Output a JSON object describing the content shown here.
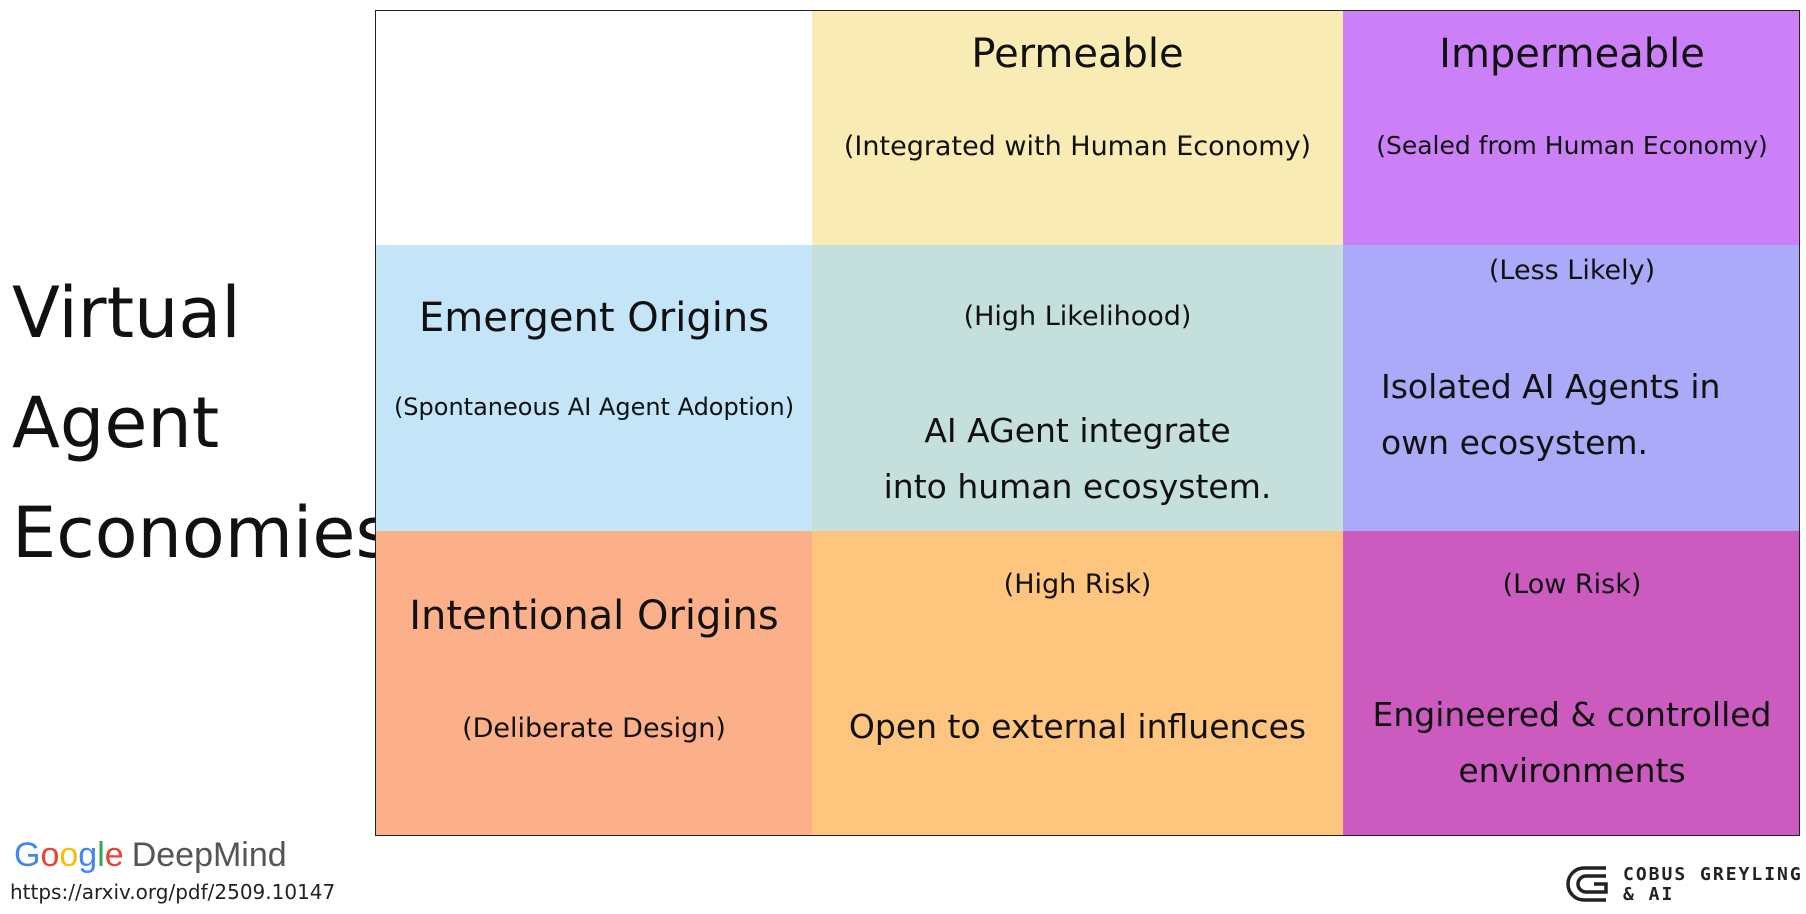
{
  "side_title": {
    "line1": "Virtual",
    "line2": "Agent",
    "line3": "Economies"
  },
  "columns": [
    {
      "title": "Permeable",
      "subtitle": "(Integrated with Human Economy)",
      "color": "#f8ecb4"
    },
    {
      "title": "Impermeable",
      "subtitle": "(Sealed from Human Economy)",
      "color": "#cb80f8"
    }
  ],
  "rows": [
    {
      "title": "Emergent Origins",
      "subtitle": "(Spontaneous AI Agent Adoption)",
      "color": "#c4e4f8"
    },
    {
      "title": "Intentional Origins",
      "subtitle": "(Deliberate Design)",
      "color": "#fbb08a"
    }
  ],
  "cells": {
    "emergent_permeable": {
      "tag": "(High Likelihood)",
      "line1": "AI AGent integrate",
      "line2": "into human ecosystem.",
      "color": "#c4dfdc"
    },
    "emergent_impermeable": {
      "tag": "(Less Likely)",
      "line1": "Isolated AI Agents in",
      "line2": "own ecosystem.",
      "color": "#aaaaf8"
    },
    "intentional_permeable": {
      "tag": "(High Risk)",
      "line1": "Open to external influences",
      "color": "#fdc57e"
    },
    "intentional_impermeable": {
      "tag": "(Low Risk)",
      "line1": "Engineered & controlled",
      "line2": "environments",
      "color": "#cc5bbf"
    }
  },
  "footer": {
    "logo_google": "Google",
    "logo_deepmind": "DeepMind",
    "url": "https://arxiv.org/pdf/2509.10147",
    "brand_line1": "COBUS GREYLING",
    "brand_line2": "& AI"
  }
}
